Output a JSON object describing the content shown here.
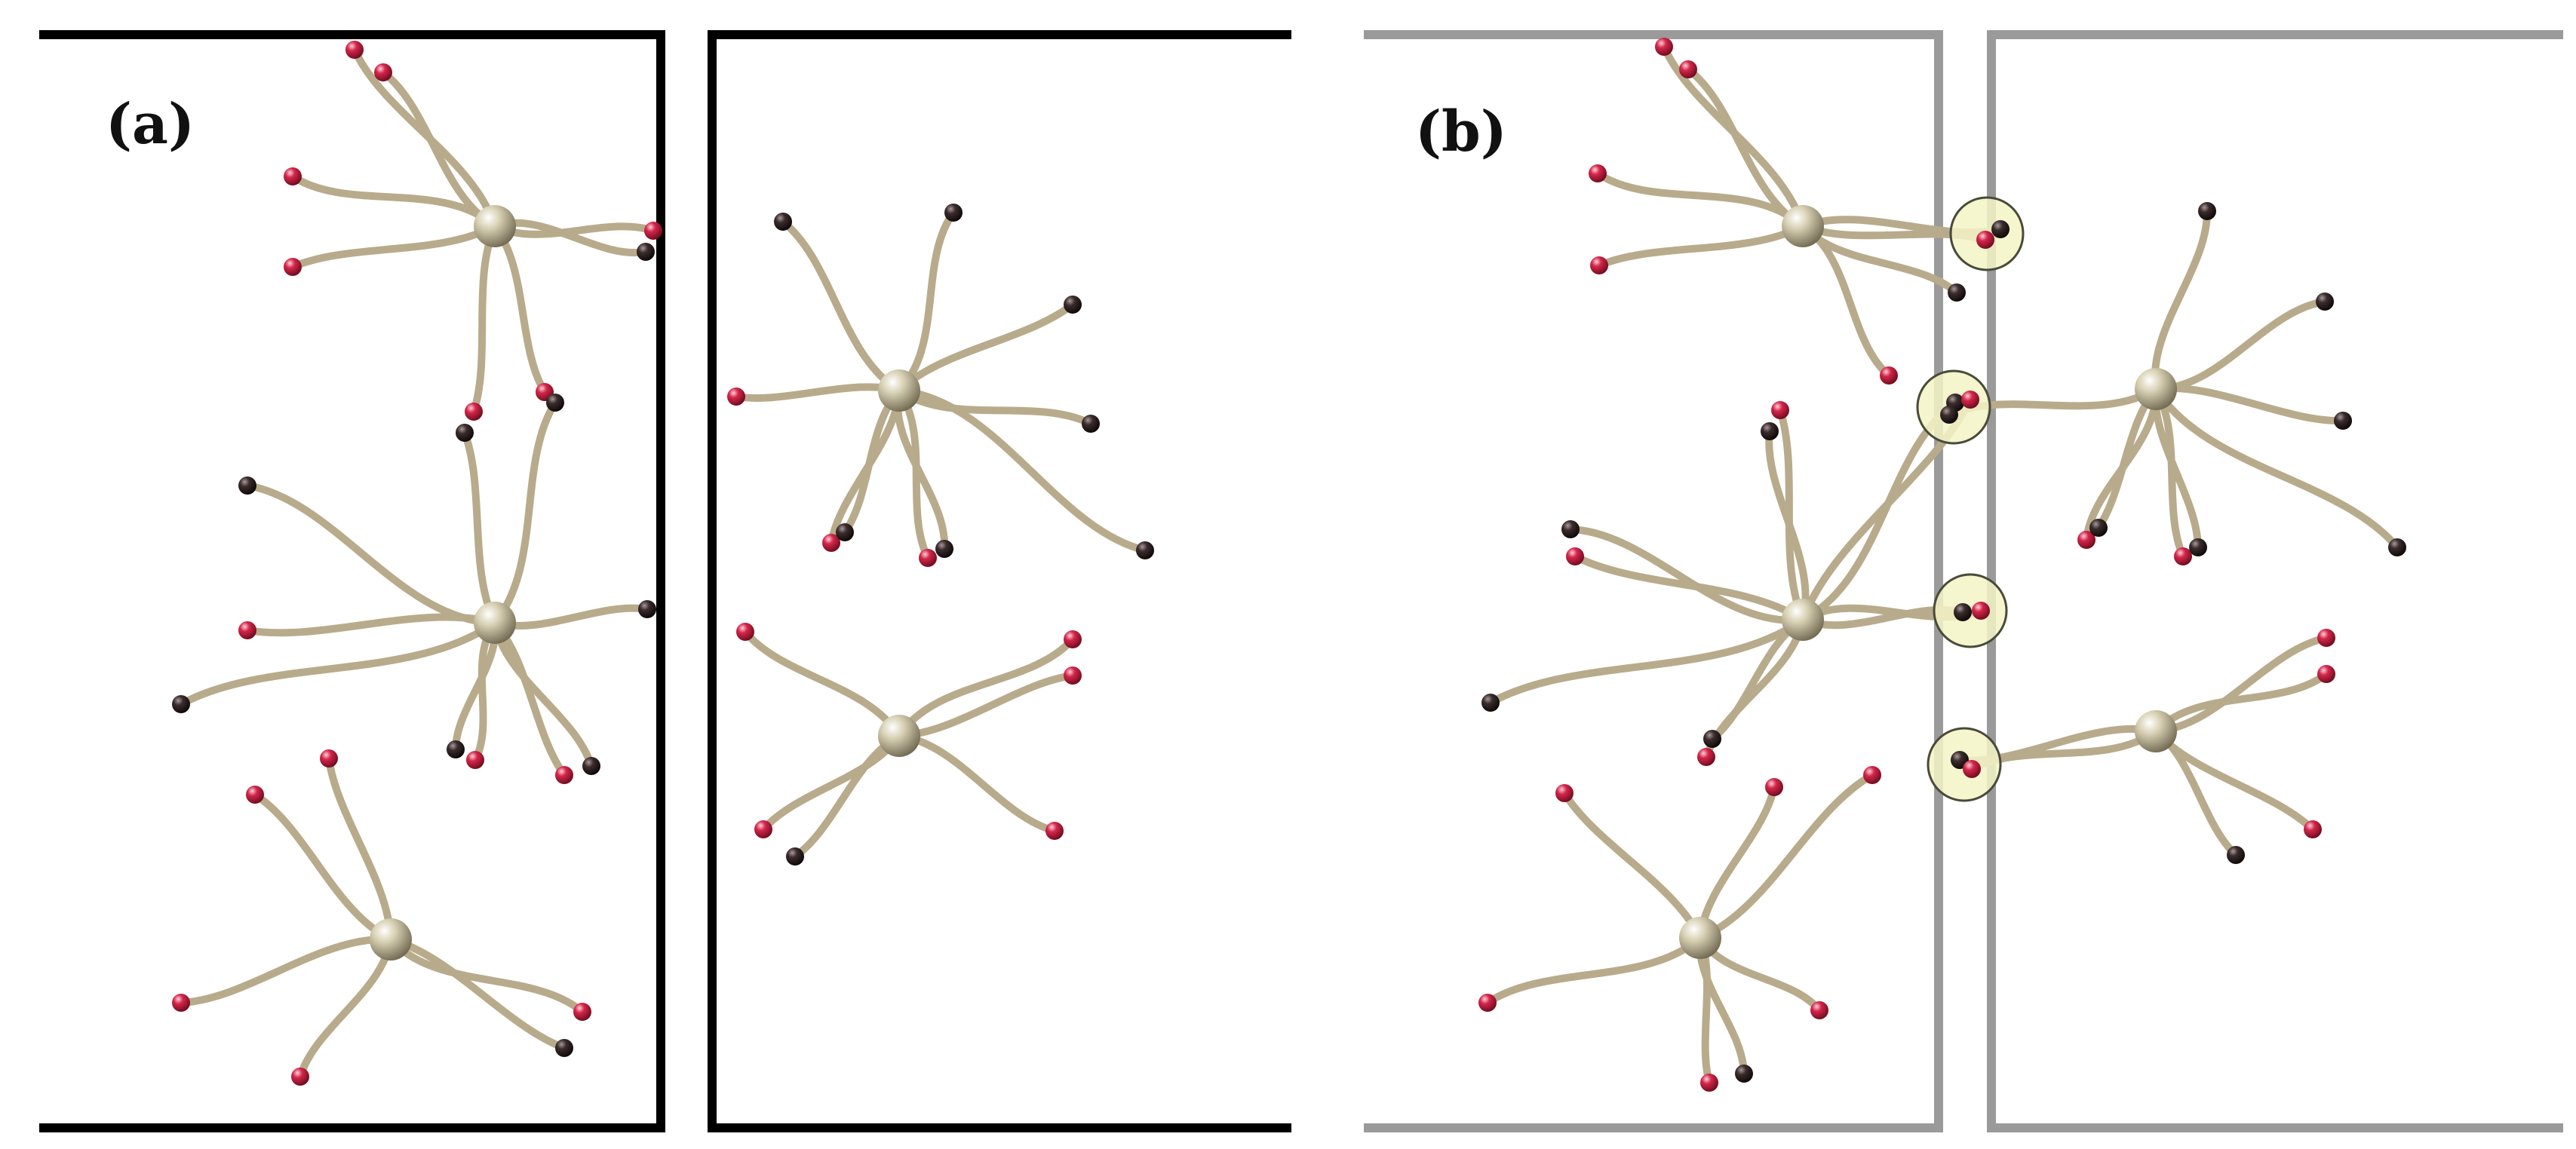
{
  "panels": [
    {
      "label": "(a)",
      "state": "separated",
      "frame_color": "#000000"
    },
    {
      "label": "(b)",
      "state": "bonded",
      "frame_color": "#9a9a9a",
      "bond_highlight_color": "#f3f3c6"
    }
  ],
  "colors": {
    "arm": "#b8ab8c",
    "core": "#c9c2a3",
    "end_red": "#cf1f3f",
    "end_dark": "#2a1f1f"
  }
}
